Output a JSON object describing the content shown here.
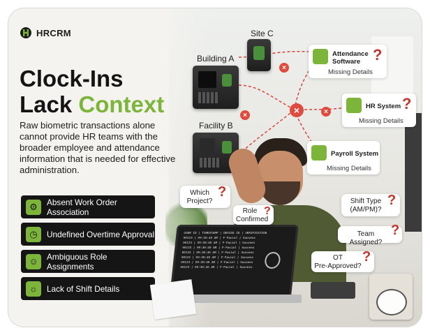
{
  "brand": {
    "name": "HRCRM",
    "icon": "hrcrm-logo-icon"
  },
  "headline": {
    "line1": "Clock-Ins",
    "line2_plain": "Lack ",
    "line2_accent": "Context"
  },
  "description": "Raw biometric transactions alone cannot provide HR teams with the broader employee and attendance information that is needed for effective administration.",
  "issues": [
    {
      "label": "Absent Work Order Association",
      "icon": "work-order-icon"
    },
    {
      "label": "Undefined Overtime Approval",
      "icon": "overtime-icon"
    },
    {
      "label": "Ambiguous Role Assignments",
      "icon": "role-icon"
    },
    {
      "label": "Lack of Shift Details",
      "icon": "shift-icon"
    }
  ],
  "devices": {
    "site_c": "Site C",
    "building_a": "Building A",
    "facility_b": "Facility B"
  },
  "systems": [
    {
      "name_line1": "Attendance",
      "name_line2": "Software",
      "missing": "Missing Details",
      "icon": "monitor-icon"
    },
    {
      "name_line1": "HR System",
      "name_line2": "",
      "missing": "Missing Details",
      "icon": "person-icon"
    },
    {
      "name_line1": "Payroll System",
      "name_line2": "",
      "missing": "Missing Details",
      "icon": "pie-chart-icon"
    }
  ],
  "questions": {
    "which_project": [
      "Which",
      "Project?"
    ],
    "role_confirmed": [
      "Role",
      "Confirmed"
    ],
    "shift_type": [
      "Shift Type",
      "(AM/PM)?"
    ],
    "team_assigned": [
      "Team Assigned?"
    ],
    "ot_preapproved": [
      "OT",
      "Pre-Approved?"
    ]
  },
  "terminal": {
    "header": "USER ID | TIMESTAMP | DEVICE ID | VERIFICATION",
    "rows": [
      "00123 | 09:30:45 AM | F-Facial | Success",
      "00123 | 09:30:45 AM | F-Facial | Success",
      "00123 | 09:30:45 AM | F-Facial | Success",
      "00123 | 09:30:45 AM | F-Facial | Success",
      "00123 | 09:30:45 AM | F-Facial | Success",
      "00123 | 09:30:45 AM | F-Facial | Success",
      "00123 | 09:30:45 AM | F-Facial | Success"
    ]
  },
  "colors": {
    "accent": "#7db53b",
    "alert": "#e04b3f",
    "question": "#c7342b",
    "dark": "#151515"
  }
}
